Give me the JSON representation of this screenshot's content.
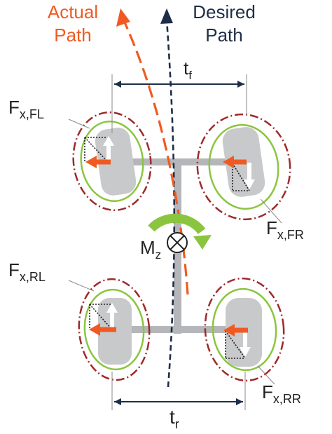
{
  "paths": {
    "actual": {
      "line1": "Actual",
      "line2": "Path"
    },
    "desired": {
      "line1": "Desired",
      "line2": "Path"
    }
  },
  "track_front": {
    "main": "t",
    "sub": "f"
  },
  "track_rear": {
    "main": "t",
    "sub": "r"
  },
  "yaw_moment": {
    "main": "M",
    "sub": "z"
  },
  "wheels": {
    "fl": {
      "main": "F",
      "sub": "x,FL"
    },
    "fr": {
      "main": "F",
      "sub": "x,FR"
    },
    "rl": {
      "main": "F",
      "sub": "x,RL"
    },
    "rr": {
      "main": "F",
      "sub": "x,RR"
    }
  },
  "colors": {
    "actual_path": "#f05a22",
    "desired_path": "#1e2e48",
    "tire": "#c8c9cb",
    "chassis": "#b4b6b9",
    "friction_red": "#9e2a2b",
    "friction_green": "#8bc53f",
    "longitudinal_force": "#f05a22",
    "resultant_white": "#ffffff",
    "moment_arrow": "#8bc53f",
    "text": "#222222"
  }
}
